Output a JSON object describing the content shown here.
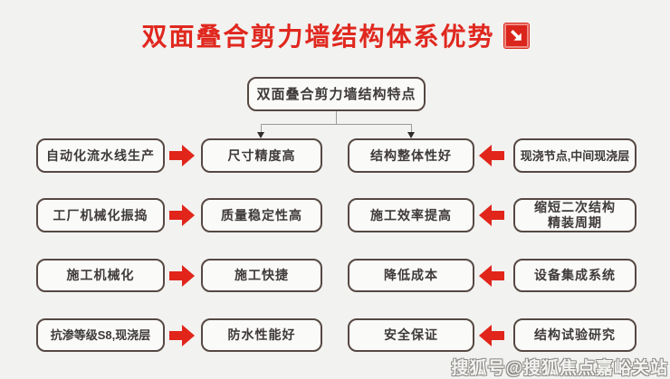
{
  "page": {
    "title": "双面叠合剪力墙结构体系优势",
    "watermark": "搜狐号@搜狐焦点嘉峪关站"
  },
  "diagram": {
    "root": "双面叠合剪力墙结构特点",
    "columns": {
      "left_sources": "production-methods",
      "mid_left": "panel-advantages",
      "mid_right": "system-advantages",
      "right_sources": "technical-measures"
    },
    "rows": [
      {
        "left": "自动化流水线生产",
        "mid_left": "尺寸精度高",
        "mid_right": "结构整体性好",
        "right": "现浇节点,中间现浇层"
      },
      {
        "left": "工厂机械化振捣",
        "mid_left": "质量稳定性高",
        "mid_right": "施工效率提高",
        "right": "缩短二次结构\n精装周期"
      },
      {
        "left": "施工机械化",
        "mid_left": "施工快捷",
        "mid_right": "降低成本",
        "right": "设备集成系统"
      },
      {
        "left": "抗渗等级S8,现浇层",
        "mid_left": "防水性能好",
        "mid_right": "安全保证",
        "right": "结构试验研究"
      }
    ],
    "colors": {
      "accent_red": "#e0281f",
      "arrow_red": "#e1251b",
      "box_border": "#564842",
      "text": "#3e3a39",
      "background": "#f2f2f0"
    }
  }
}
